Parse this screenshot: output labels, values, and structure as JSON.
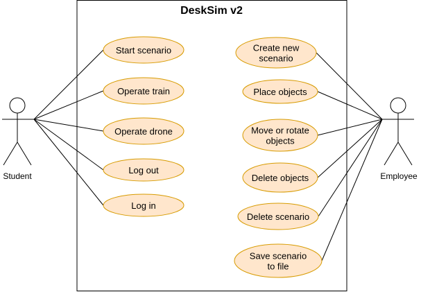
{
  "diagram": {
    "system_title": "DeskSim v2",
    "actors": {
      "student": {
        "label": "Student"
      },
      "employee": {
        "label": "Employee"
      }
    },
    "use_cases": {
      "start_scenario": {
        "lines": [
          "Start scenario"
        ]
      },
      "operate_train": {
        "lines": [
          "Operate train"
        ]
      },
      "operate_drone": {
        "lines": [
          "Operate drone"
        ]
      },
      "log_out": {
        "lines": [
          "Log out"
        ]
      },
      "log_in": {
        "lines": [
          "Log in"
        ]
      },
      "create_new_scenario": {
        "lines": [
          "Create new",
          "scenario"
        ]
      },
      "place_objects": {
        "lines": [
          "Place objects"
        ]
      },
      "move_or_rotate_objects": {
        "lines": [
          "Move or rotate",
          "objects"
        ]
      },
      "delete_objects": {
        "lines": [
          "Delete objects"
        ]
      },
      "delete_scenario": {
        "lines": [
          "Delete scenario"
        ]
      },
      "save_scenario_to_file": {
        "lines": [
          "Save scenario",
          "to file"
        ]
      }
    },
    "associations": [
      [
        "student",
        "start_scenario"
      ],
      [
        "student",
        "operate_train"
      ],
      [
        "student",
        "operate_drone"
      ],
      [
        "student",
        "log_out"
      ],
      [
        "student",
        "log_in"
      ],
      [
        "employee",
        "create_new_scenario"
      ],
      [
        "employee",
        "place_objects"
      ],
      [
        "employee",
        "move_or_rotate_objects"
      ],
      [
        "employee",
        "delete_objects"
      ],
      [
        "employee",
        "delete_scenario"
      ],
      [
        "employee",
        "save_scenario_to_file"
      ]
    ],
    "colors": {
      "use_case_fill": "#FFE6CC",
      "use_case_stroke": "#D79B00",
      "line": "#000000",
      "system_stroke": "#000000",
      "actor_head_fill": "#FFFFFF"
    }
  }
}
